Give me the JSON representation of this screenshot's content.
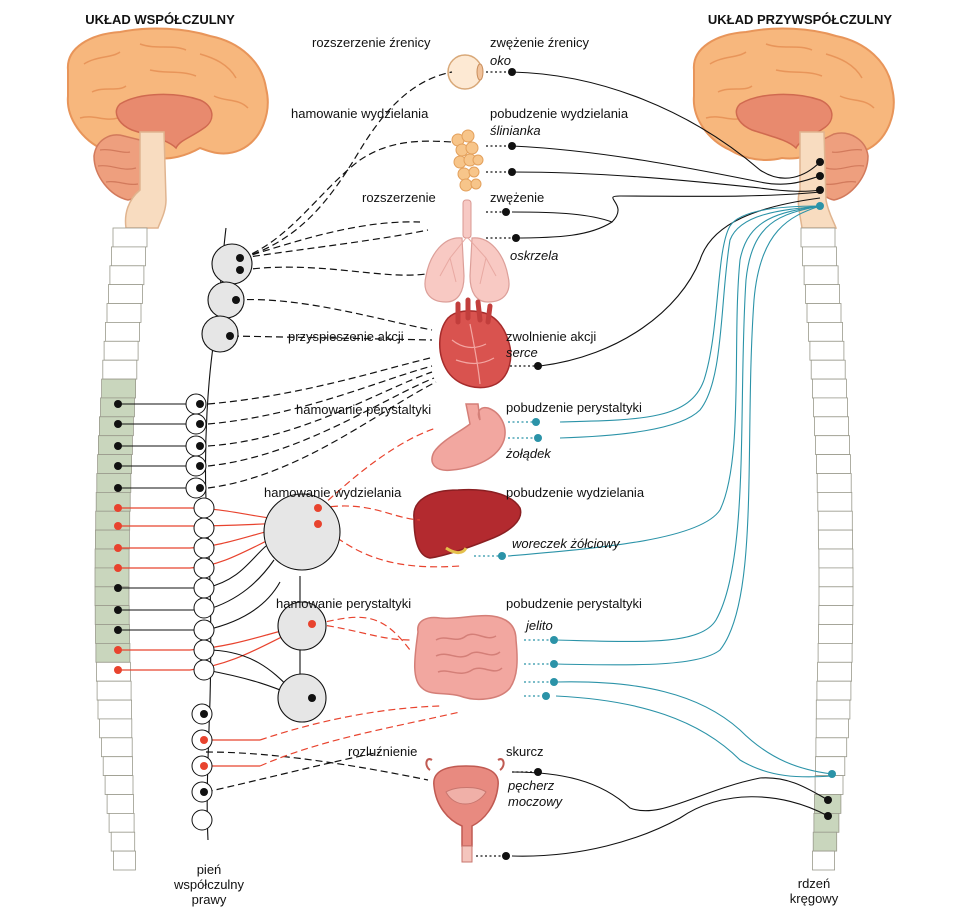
{
  "headers": {
    "left": "UKŁAD WSPÓŁCZULNY",
    "right": "UKŁAD PRZYWSPÓŁCZULNY"
  },
  "bottom_labels": {
    "trunk": [
      "pień",
      "współczulny",
      "prawy"
    ],
    "spine": [
      "rdzeń",
      "kręgowy"
    ]
  },
  "organs": [
    {
      "id": "eye",
      "name": "oko",
      "sympathetic": "rozszerzenie źrenicy",
      "parasympathetic": "zwężenie źrenicy"
    },
    {
      "id": "salivary",
      "name": "ślinianka",
      "sympathetic": "hamowanie wydzielania",
      "parasympathetic": "pobudzenie wydzielania"
    },
    {
      "id": "bronchi",
      "name": "oskrzela",
      "sympathetic": "rozszerzenie",
      "parasympathetic": "zwężenie"
    },
    {
      "id": "heart",
      "name": "serce",
      "sympathetic": "przyspieszenie akcji",
      "parasympathetic": "zwolnienie akcji"
    },
    {
      "id": "stomach",
      "name": "żołądek",
      "sympathetic": "hamowanie perystaltyki",
      "parasympathetic": "pobudzenie perystaltyki"
    },
    {
      "id": "liver",
      "name": "woreczek żółciowy",
      "sympathetic": "hamowanie wydzielania",
      "parasympathetic": "pobudzenie wydzielania"
    },
    {
      "id": "intestine",
      "name": "jelito",
      "sympathetic": "hamowanie perystaltyki",
      "parasympathetic": "pobudzenie perystaltyki"
    },
    {
      "id": "bladder",
      "name": "pęcherz moczowy",
      "name_lines": [
        "pęcherz",
        "moczowy"
      ],
      "sympathetic": "rozluźnienie",
      "parasympathetic": "skurcz"
    }
  ],
  "colors": {
    "brain": "#f7b77d",
    "brain_outline": "#e8955a",
    "brain_inner": "#e88a6e",
    "cerebellum": "#ee9f7e",
    "stem": "#f8dcc0",
    "spine_fill": "#ffffff",
    "spine_outline": "#9a9a8c",
    "spine_highlight": "#c9d6bd",
    "ganglion": "#e6e6e6",
    "sympathetic_red": "#e8432e",
    "parasympathetic_teal": "#2b93a8",
    "line_black": "#111111",
    "organ_pink": "#f2a7a0",
    "organ_red": "#b32a2f"
  }
}
